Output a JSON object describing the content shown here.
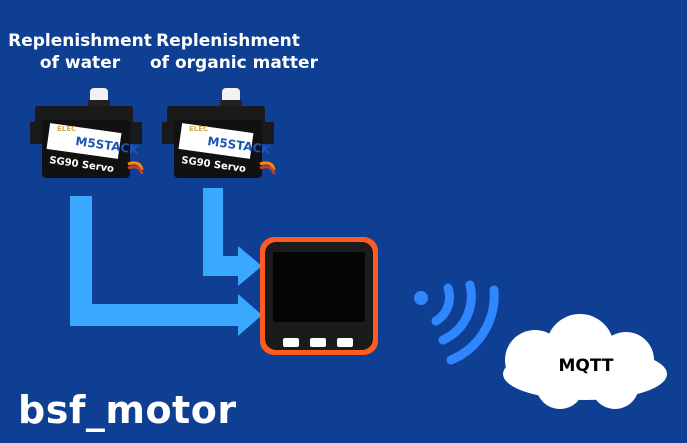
{
  "labels": {
    "servo_water": [
      "Replenishment",
      "of water"
    ],
    "servo_organic": [
      "Replenishment",
      "of organic matter"
    ]
  },
  "servo": {
    "brand": "M5STACK",
    "model": "SG90 Servo",
    "maker": "ELEC"
  },
  "cloud": {
    "label": "MQTT"
  },
  "footer": {
    "title": "bsf_motor"
  },
  "colors": {
    "background": "#0f3f93",
    "arrow": "#3aa8ff",
    "device_border": "#ff5a1f",
    "wifi": "#2f86ff",
    "cloud": "#ffffff"
  },
  "icons": [
    "servo-motor-icon",
    "m5stack-device-icon",
    "wifi-signal-icon",
    "cloud-icon"
  ]
}
